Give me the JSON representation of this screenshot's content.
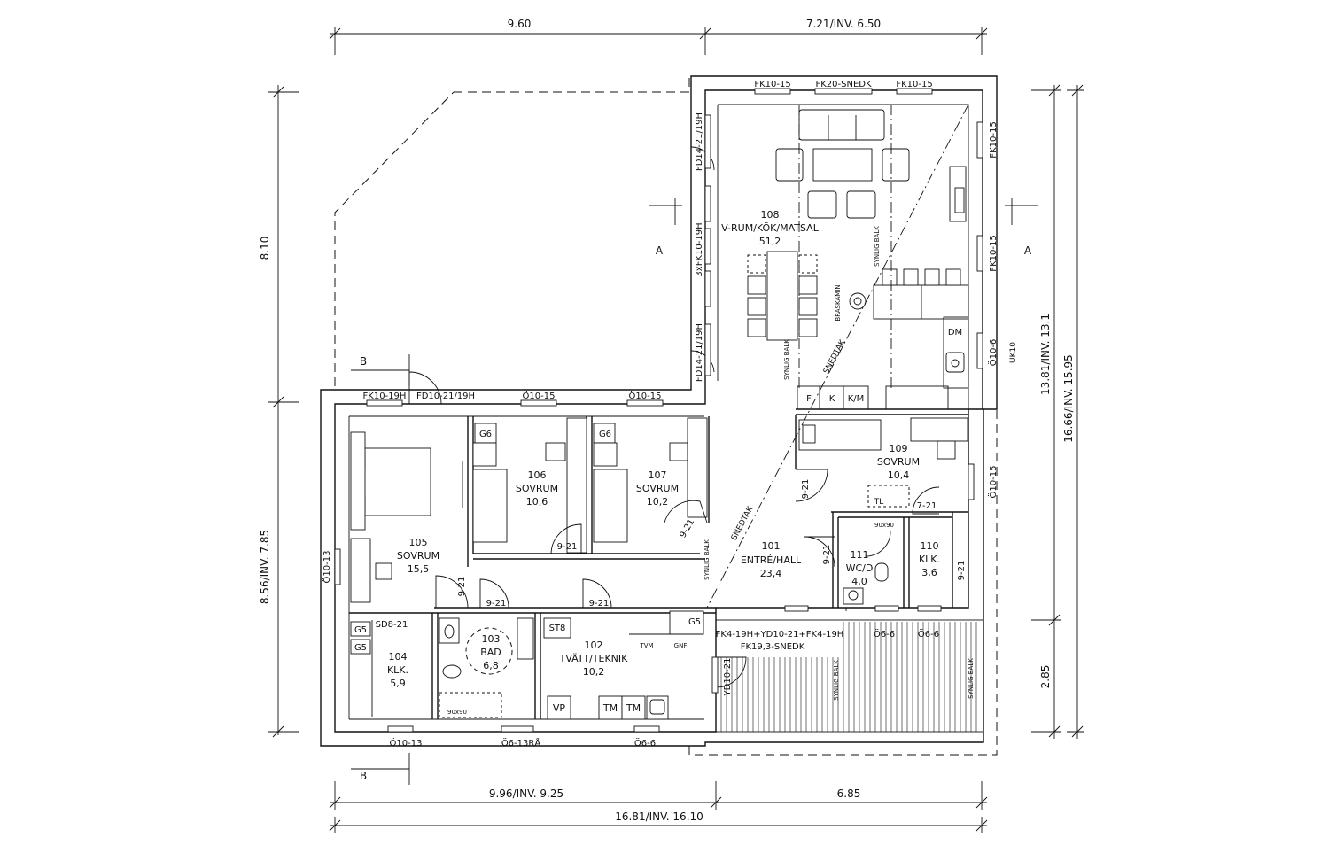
{
  "dimensions": {
    "top_left": "9.60",
    "top_right": "7.21/INV. 6.50",
    "bottom_left": "9.96/INV. 9.25",
    "bottom_right": "6.85",
    "bottom_total": "16.81/INV. 16.10",
    "left_upper": "8.10",
    "left_lower": "8.56/INV. 7.85",
    "right_upper": "13.81/INV. 13.1",
    "right_total": "16.66/INV. 15.95",
    "right_lower": "2.85"
  },
  "sections": {
    "a": "A",
    "b": "B"
  },
  "rooms": [
    {
      "id": "108",
      "name": "V-RUM/KÖK/MATSAL",
      "area": "51,2"
    },
    {
      "id": "109",
      "name": "SOVRUM",
      "area": "10,4"
    },
    {
      "id": "106",
      "name": "SOVRUM",
      "area": "10,6"
    },
    {
      "id": "107",
      "name": "SOVRUM",
      "area": "10,2"
    },
    {
      "id": "105",
      "name": "SOVRUM",
      "area": "15,5"
    },
    {
      "id": "101",
      "name": "ENTRÉ/HALL",
      "area": "23,4"
    },
    {
      "id": "111",
      "name": "WC/D",
      "area": "4,0"
    },
    {
      "id": "110",
      "name": "KLK.",
      "area": "3,6"
    },
    {
      "id": "103",
      "name": "BAD",
      "area": "6,8"
    },
    {
      "id": "102",
      "name": "TVÄTT/TEKNIK",
      "area": "10,2"
    },
    {
      "id": "104",
      "name": "KLK.",
      "area": "5,9"
    }
  ],
  "windows": {
    "top_1": "FK10-15",
    "top_2": "FK20-SNEDK",
    "top_3": "FK10-15",
    "right_1": "FK10-15",
    "right_2": "FK10-15",
    "right_3": "Ö10-6",
    "right_4": "Ö10-15",
    "left_1": "FD14-21/19H",
    "left_2": "3xFK10-19H",
    "left_3": "FD14-21/19H",
    "mid_1": "FK10-19H",
    "mid_2": "FD10-21/19H",
    "mid_3": "Ö10-15",
    "mid_4": "Ö10-15",
    "west": "Ö10-13",
    "bottom_1": "Ö10-13",
    "bottom_2": "Ö6-13RÅ",
    "bottom_3": "Ö6-6",
    "entry_1": "FK4-19H+YD10-21+FK4-19H",
    "entry_2": "FK19,3-SNEDK",
    "entry_3": "Ö6-6",
    "entry_4": "Ö6-6",
    "entry_door": "YD10-21",
    "sd": "SD8-21"
  },
  "doors": {
    "d1": "9-21",
    "d2": "9-21",
    "d3": "9-21",
    "d4": "9-21",
    "d5": "9-21",
    "d6": "9-21",
    "d7": "9-21",
    "d8": "9-21",
    "d9": "7-21"
  },
  "annotations": {
    "synlig_balk": "SYNLIG BALK",
    "snedtak": "SNEDTAK",
    "braskamin": "BRASKAMIN",
    "uk10": "UK10",
    "dm": "DM",
    "f": "F",
    "k": "K",
    "km": "K/M",
    "g6": "G6",
    "g5": "G5",
    "st8": "ST8",
    "vp": "VP",
    "tm": "TM",
    "tl": "TL",
    "shower": "90x90",
    "tvm": "TVM",
    "gnf": "GNF"
  }
}
